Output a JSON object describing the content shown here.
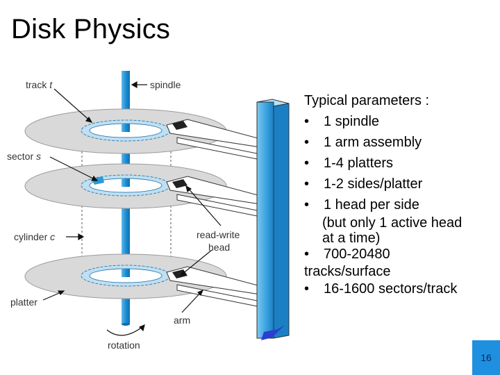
{
  "slide": {
    "title": "Disk Physics",
    "page_number": "16"
  },
  "diagram": {
    "labels": {
      "track": "track",
      "track_var": "t",
      "spindle": "spindle",
      "sector": "sector",
      "sector_var": "s",
      "cylinder": "cylinder",
      "cylinder_var": "c",
      "read_write_line1": "read-write",
      "read_write_line2": "head",
      "platter": "platter",
      "arm": "arm",
      "rotation": "rotation"
    },
    "colors": {
      "platter": "#d9d9d9",
      "platter_edge": "#9a9a9a",
      "spindle": "#2a9ad8",
      "track": "#bfe0f2",
      "sector_highlight": "#2a9ad8",
      "head": "#222222",
      "actuator_head": "#2a3fd0"
    }
  },
  "parameters": {
    "heading": "Typical parameters :",
    "bullet": "•",
    "items": [
      "1 spindle",
      "1 arm assembly",
      "1-4 platters",
      "1-2 sides/platter",
      "1 head per side"
    ],
    "note_line1": "(but only 1 active head",
    "note_line2": "at a time)",
    "tracks_line1": "700-20480",
    "tracks_line2": "tracks/surface",
    "sectors": "16-1600 sectors/track"
  }
}
